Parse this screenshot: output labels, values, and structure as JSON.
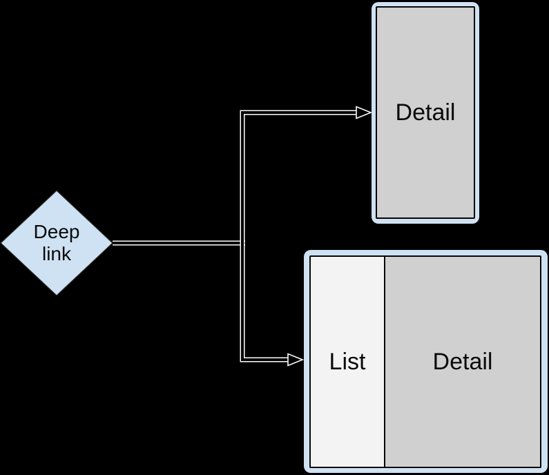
{
  "diagram": {
    "source_node": {
      "label": "Deep link"
    },
    "phone_destination": {
      "screen_label": "Detail"
    },
    "tablet_destination": {
      "list_label": "List",
      "detail_label": "Detail"
    }
  },
  "colors": {
    "background": "#000000",
    "frame_blue": "#cfe2f3",
    "screen_gray": "#d0d0d0",
    "list_light_gray": "#f3f3f3",
    "connector_casing": "#ffffff",
    "connector_core": "#000000",
    "border_black": "#060606",
    "text": "#0a0a0a"
  }
}
